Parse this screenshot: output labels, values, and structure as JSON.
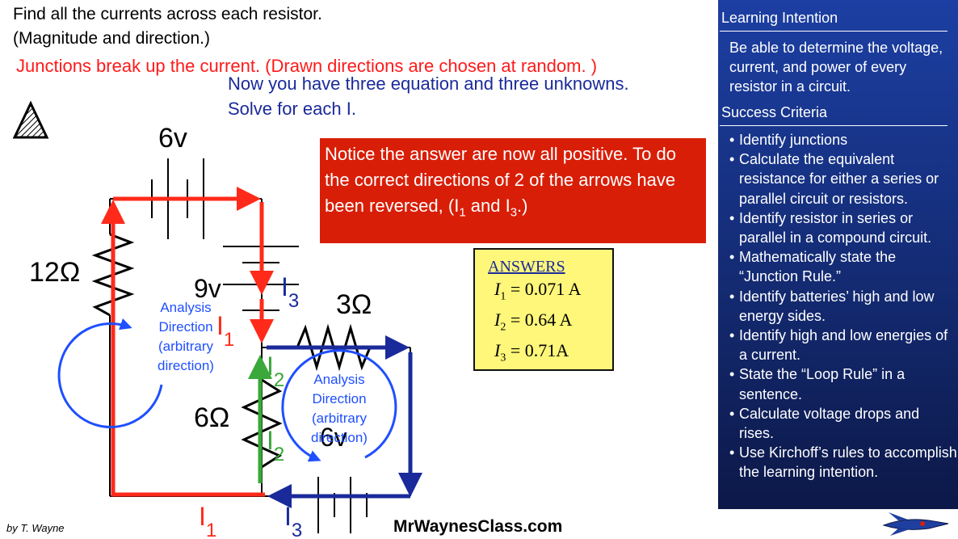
{
  "header": {
    "line1": "Find all the currents across each resistor.",
    "line2": "(Magnitude and direction.)",
    "junctions_note": "Junctions break up the current. (Drawn directions are chosen at random. )",
    "now_note": "Now you have three equation and three unknowns. Solve for each I."
  },
  "notice_box": {
    "text_before": "Notice the answer are now all positive. To do the correct directions of 2 of the arrows have been reversed, (I",
    "sub1": "1",
    "text_mid": " and I",
    "sub2": "3",
    "text_after": ".)"
  },
  "answers": {
    "heading": "ANSWERS",
    "rows": [
      {
        "symbol": "I",
        "sub": "1",
        "value": "= 0.071 A"
      },
      {
        "symbol": "I",
        "sub": "2",
        "value": "= 0.64 A"
      },
      {
        "symbol": "I",
        "sub": "3",
        "value": "= 0.71A"
      }
    ]
  },
  "circuit": {
    "battery_top": "6v",
    "battery_middle": "9v",
    "battery_bottom": "6v",
    "resistor_left": "12Ω",
    "resistor_right": "3Ω",
    "resistor_middle": "6Ω",
    "loop_left": [
      "Analysis",
      "Direction",
      "(arbitrary",
      "direction)"
    ],
    "loop_right": [
      "Analysis",
      "Direction",
      "(arbitrary",
      "direction)"
    ],
    "current_symbol": "I",
    "i1_sub": "1",
    "i2_sub": "2",
    "i3_sub": "3",
    "colors": {
      "red": "#ff2a1a",
      "blue": "#1a2a9a",
      "green": "#3aa83a",
      "loop": "#1f4fff"
    }
  },
  "sidebar": {
    "learning_intention_title": "Learning Intention",
    "learning_intention_text": "Be able to determine the voltage, current, and power of every resistor in a circuit.",
    "success_criteria_title": "Success Criteria",
    "criteria": [
      "Identify junctions",
      "Calculate the equivalent resistance for either a series or parallel circuit or resistors.",
      "Identify resistor in series or parallel in a compound circuit.",
      "Mathematically state the “Junction Rule.”",
      "Identify batteries’ high and low energy sides.",
      "Identify high and low energies of a current.",
      "State the “Loop Rule” in a sentence.",
      "Calculate voltage drops and rises.",
      "Use Kirchoff’s rules to accomplish the learning intention."
    ]
  },
  "footer": {
    "byline": "by T. Wayne",
    "site": "MrWaynesClass.com"
  }
}
